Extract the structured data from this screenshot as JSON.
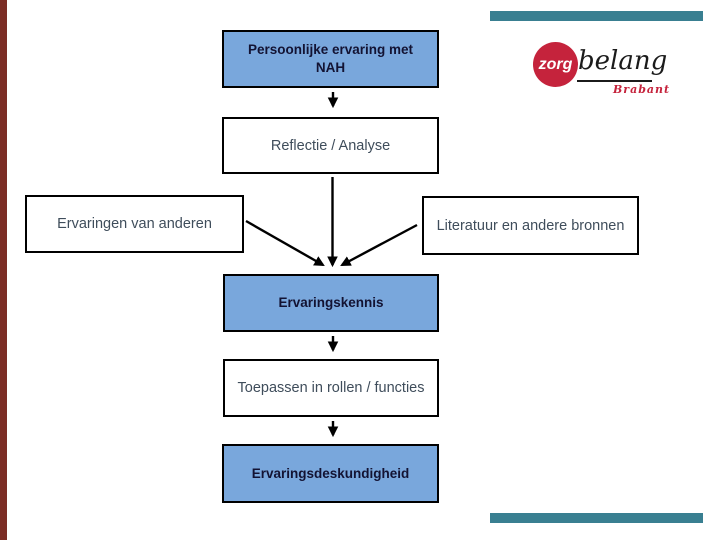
{
  "colors": {
    "accent_teal": "#397F91",
    "left_bar_maroon": "#7C2D25",
    "node_blue_fill": "#79A7DC",
    "node_border": "#000000",
    "blue_node_text": "#131333",
    "white_node_text": "#3F4D5B",
    "logo_red": "#C5233C"
  },
  "logo": {
    "circle_word": "zorg",
    "script_word": "belang",
    "region_word": "Brabant"
  },
  "flowchart": {
    "nodes": [
      {
        "id": "persoonlijke-ervaring",
        "label": "Persoonlijke ervaring met NAH",
        "lines": [
          "Persoonlijke ervaring met",
          "NAH"
        ],
        "style": "blue"
      },
      {
        "id": "reflectie-analyse",
        "label": "Reflectie / Analyse",
        "style": "white"
      },
      {
        "id": "ervaringen-van-anderen",
        "label": "Ervaringen van anderen",
        "style": "white"
      },
      {
        "id": "literatuur-en-andere-bronnen",
        "label": "Literatuur en andere bronnen",
        "style": "white"
      },
      {
        "id": "ervaringskennis",
        "label": "Ervaringskennis",
        "style": "blue"
      },
      {
        "id": "toepassen-in-rollen-functies",
        "label": "Toepassen in rollen / functies",
        "style": "white"
      },
      {
        "id": "ervaringsdeskundigheid",
        "label": "Ervaringsdeskundigheid",
        "style": "blue"
      }
    ],
    "connections": [
      "persoonlijke-ervaring -> reflectie-analyse",
      "reflectie-analyse -> ervaringskennis",
      "ervaringen-van-anderen -> ervaringskennis",
      "literatuur-en-andere-bronnen -> ervaringskennis",
      "ervaringskennis -> toepassen-in-rollen-functies",
      "toepassen-in-rollen-functies -> ervaringsdeskundigheid"
    ]
  }
}
